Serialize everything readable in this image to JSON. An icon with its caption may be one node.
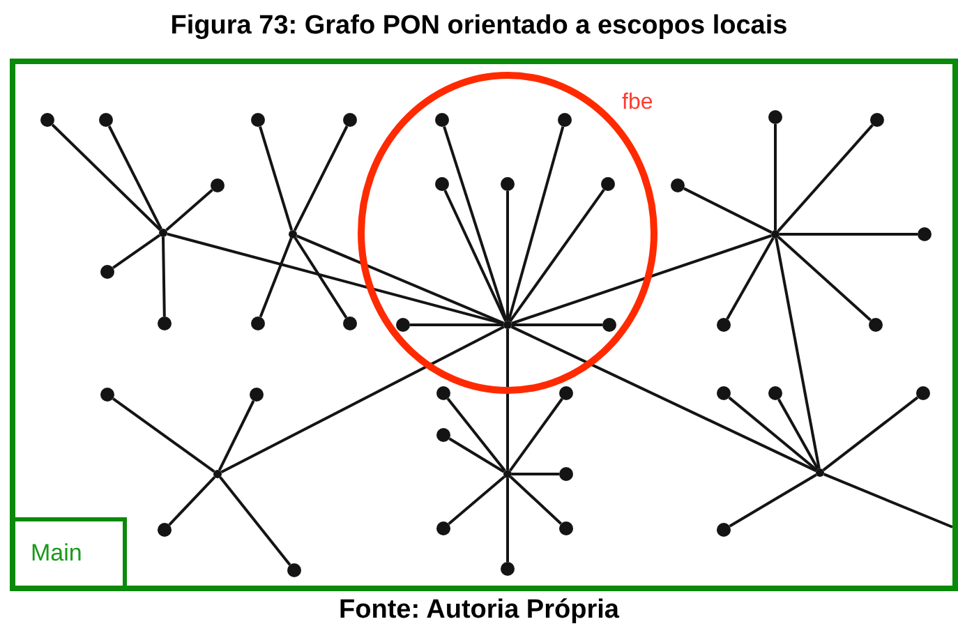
{
  "diagram": {
    "title": "Figura 73: Grafo PON orientado a escopos locais",
    "caption": "Fonte: Autoria Própria",
    "nodes": [
      {
        "text": [
          "Main"
        ]
      },
      {
        "text": [
          "fbe"
        ],
        "in": 0
      },
      {
        "text": [],
        "shape": "circle",
        "in": 0
      },
      {
        "text": [],
        "shape": "circle",
        "in": 0
      },
      {
        "text": [],
        "shape": "circle",
        "in": 0
      },
      {
        "text": [],
        "shape": "circle",
        "in": 0
      },
      {
        "text": [],
        "shape": "circle",
        "in": 0
      },
      {
        "text": [],
        "shape": "circle",
        "in": 0
      },
      {
        "text": [],
        "shape": "circle",
        "in": 0
      },
      {
        "text": [],
        "shape": "circle",
        "in": 0
      },
      {
        "text": [],
        "shape": "circle",
        "in": 0
      },
      {
        "text": [],
        "shape": "circle",
        "in": 0
      },
      {
        "text": [],
        "shape": "circle",
        "in": 0
      },
      {
        "text": [],
        "shape": "circle",
        "in": 1
      },
      {
        "text": [],
        "shape": "circle",
        "in": 1
      },
      {
        "text": [],
        "shape": "circle",
        "in": 1
      },
      {
        "text": [],
        "shape": "circle",
        "in": 1
      },
      {
        "text": [],
        "shape": "circle",
        "in": 1
      },
      {
        "text": [],
        "shape": "circle",
        "in": 1
      },
      {
        "text": [],
        "shape": "circle",
        "in": 1
      },
      {
        "text": [],
        "shape": "circle",
        "in": 1
      },
      {
        "text": [],
        "shape": "circle",
        "in": 0
      },
      {
        "text": [],
        "shape": "circle",
        "in": 0
      },
      {
        "text": [],
        "shape": "circle",
        "in": 0
      },
      {
        "text": [],
        "shape": "circle",
        "in": 0
      },
      {
        "text": [],
        "shape": "circle",
        "in": 0
      },
      {
        "text": [],
        "shape": "circle",
        "in": 0
      },
      {
        "text": [],
        "shape": "circle",
        "in": 0
      },
      {
        "text": [],
        "shape": "circle",
        "in": 0
      },
      {
        "text": [],
        "shape": "circle",
        "in": 0
      },
      {
        "text": [],
        "shape": "circle",
        "in": 0
      },
      {
        "text": [],
        "shape": "circle",
        "in": 0
      },
      {
        "text": [],
        "shape": "circle",
        "in": 0
      },
      {
        "text": [],
        "shape": "circle",
        "in": 0
      },
      {
        "text": [],
        "shape": "circle",
        "in": 0
      },
      {
        "text": [],
        "shape": "circle",
        "in": 0
      },
      {
        "text": [],
        "shape": "circle",
        "in": 0
      },
      {
        "text": [],
        "shape": "circle",
        "in": 0
      },
      {
        "text": [],
        "shape": "circle",
        "in": 0
      },
      {
        "text": [],
        "shape": "circle",
        "in": 0
      },
      {
        "text": [],
        "shape": "circle",
        "in": 0
      },
      {
        "text": [],
        "shape": "circle",
        "in": 0
      },
      {
        "text": [],
        "shape": "circle",
        "in": 0
      },
      {
        "text": [],
        "shape": "circle",
        "in": 0
      },
      {
        "text": [],
        "shape": "circle",
        "in": 0
      },
      {
        "text": [],
        "shape": "circle",
        "in": 0
      }
    ],
    "edges": [
      {
        "from": 2,
        "to": 3,
        "arrow": "none"
      },
      {
        "from": 2,
        "to": 4,
        "arrow": "none"
      },
      {
        "from": 2,
        "to": 5,
        "arrow": "none"
      },
      {
        "from": 2,
        "to": 6,
        "arrow": "none"
      },
      {
        "from": 2,
        "to": 7,
        "arrow": "none"
      },
      {
        "from": 8,
        "to": 9,
        "arrow": "none"
      },
      {
        "from": 8,
        "to": 10,
        "arrow": "none"
      },
      {
        "from": 8,
        "to": 11,
        "arrow": "none"
      },
      {
        "from": 8,
        "to": 12,
        "arrow": "none"
      },
      {
        "from": 13,
        "to": 14,
        "arrow": "none"
      },
      {
        "from": 13,
        "to": 15,
        "arrow": "none"
      },
      {
        "from": 13,
        "to": 16,
        "arrow": "none"
      },
      {
        "from": 13,
        "to": 17,
        "arrow": "none"
      },
      {
        "from": 13,
        "to": 18,
        "arrow": "none"
      },
      {
        "from": 13,
        "to": 19,
        "arrow": "none"
      },
      {
        "from": 13,
        "to": 20,
        "arrow": "none"
      },
      {
        "from": 21,
        "to": 22,
        "arrow": "none"
      },
      {
        "from": 21,
        "to": 23,
        "arrow": "none"
      },
      {
        "from": 21,
        "to": 24,
        "arrow": "none"
      },
      {
        "from": 21,
        "to": 25,
        "arrow": "none"
      },
      {
        "from": 21,
        "to": 26,
        "arrow": "none"
      },
      {
        "from": 21,
        "to": 27,
        "arrow": "none"
      },
      {
        "from": 28,
        "to": 29,
        "arrow": "none"
      },
      {
        "from": 28,
        "to": 30,
        "arrow": "none"
      },
      {
        "from": 28,
        "to": 31,
        "arrow": "none"
      },
      {
        "from": 28,
        "to": 32,
        "arrow": "none"
      },
      {
        "from": 33,
        "to": 34,
        "arrow": "none"
      },
      {
        "from": 33,
        "to": 35,
        "arrow": "none"
      },
      {
        "from": 33,
        "to": 36,
        "arrow": "none"
      },
      {
        "from": 33,
        "to": 37,
        "arrow": "none"
      },
      {
        "from": 33,
        "to": 38,
        "arrow": "none"
      },
      {
        "from": 33,
        "to": 39,
        "arrow": "none"
      },
      {
        "from": 33,
        "to": 40,
        "arrow": "none"
      },
      {
        "from": 41,
        "to": 42,
        "arrow": "none"
      },
      {
        "from": 41,
        "to": 43,
        "arrow": "none"
      },
      {
        "from": 41,
        "to": 44,
        "arrow": "none"
      },
      {
        "from": 41,
        "to": 45,
        "arrow": "none"
      },
      {
        "from": 2,
        "to": 13,
        "arrow": "none"
      },
      {
        "from": 8,
        "to": 13,
        "arrow": "none"
      },
      {
        "from": 13,
        "to": 21,
        "arrow": "none"
      },
      {
        "from": 13,
        "to": 28,
        "arrow": "none"
      },
      {
        "from": 13,
        "to": 33,
        "arrow": "none"
      },
      {
        "from": 13,
        "to": 41,
        "arrow": "none"
      },
      {
        "from": 21,
        "to": 41,
        "arrow": "none"
      },
      {
        "from": 41,
        "to": null,
        "arrow": "none"
      }
    ]
  }
}
